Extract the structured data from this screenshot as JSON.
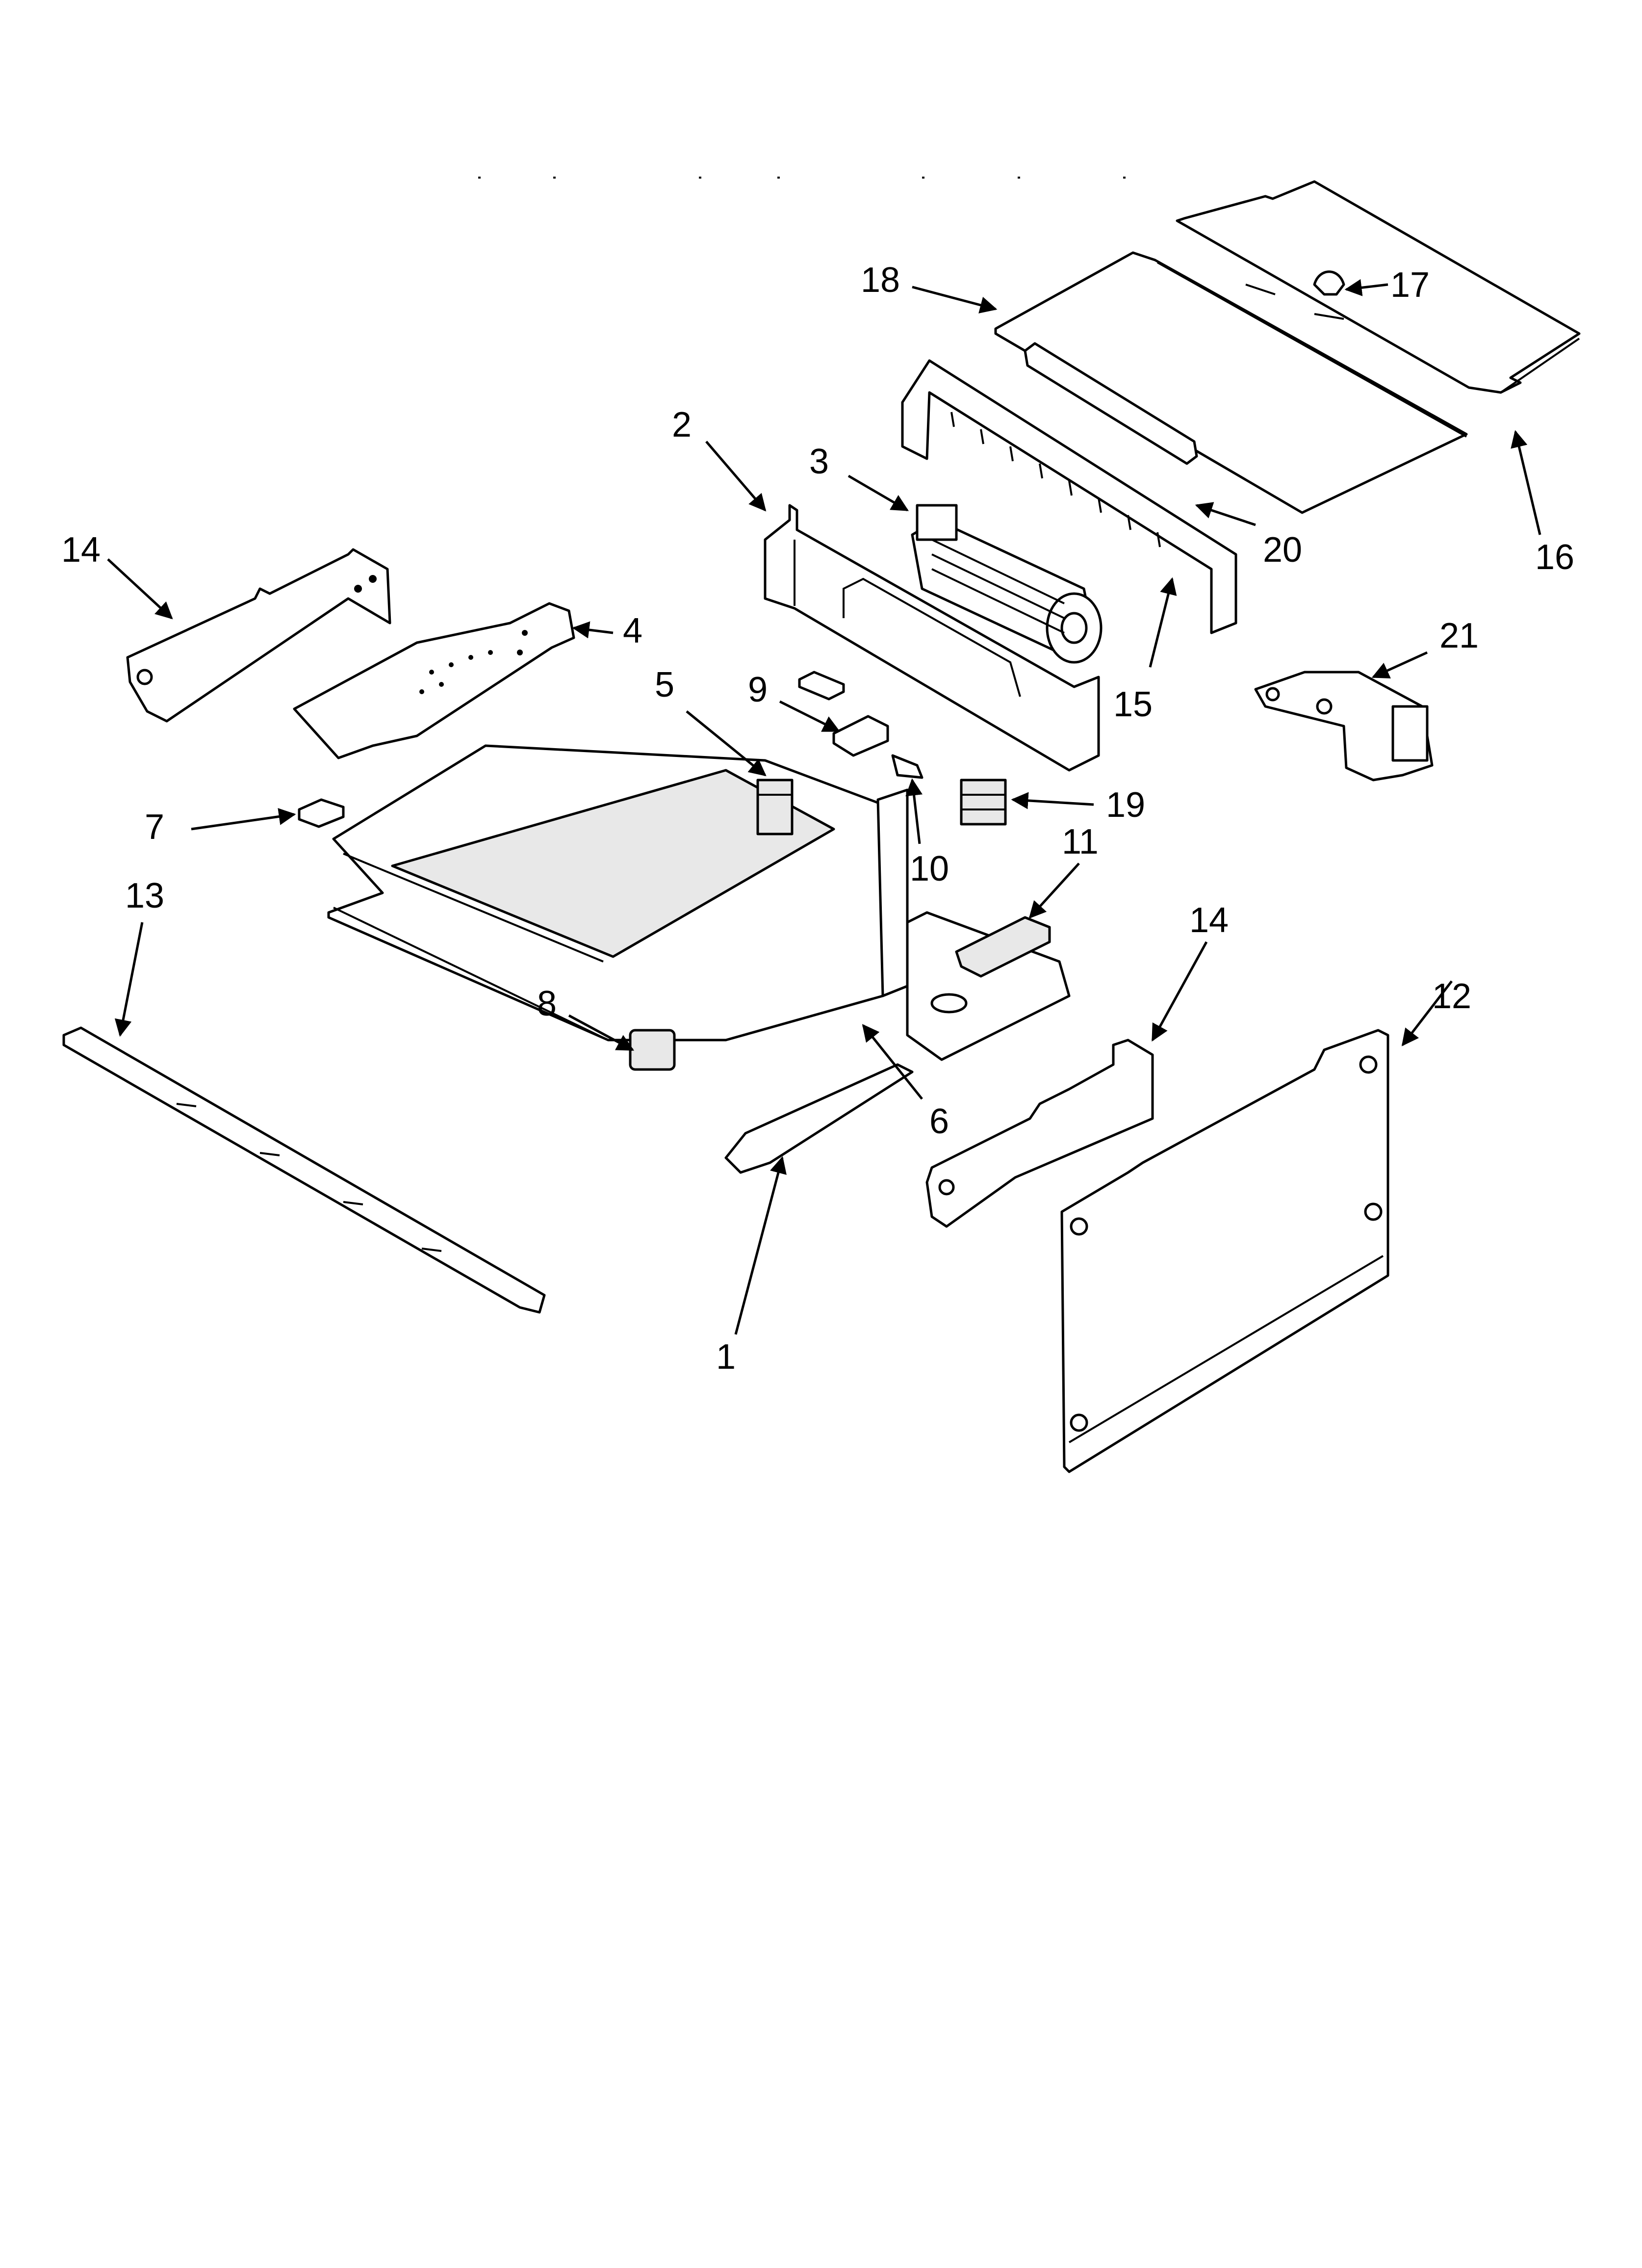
{
  "callouts": [
    "1",
    "2",
    "3",
    "4",
    "5",
    "6",
    "7",
    "8",
    "9",
    "10",
    "11",
    "12",
    "13",
    "14",
    "14",
    "15",
    "16",
    "17",
    "18",
    "19",
    "20",
    "21"
  ]
}
